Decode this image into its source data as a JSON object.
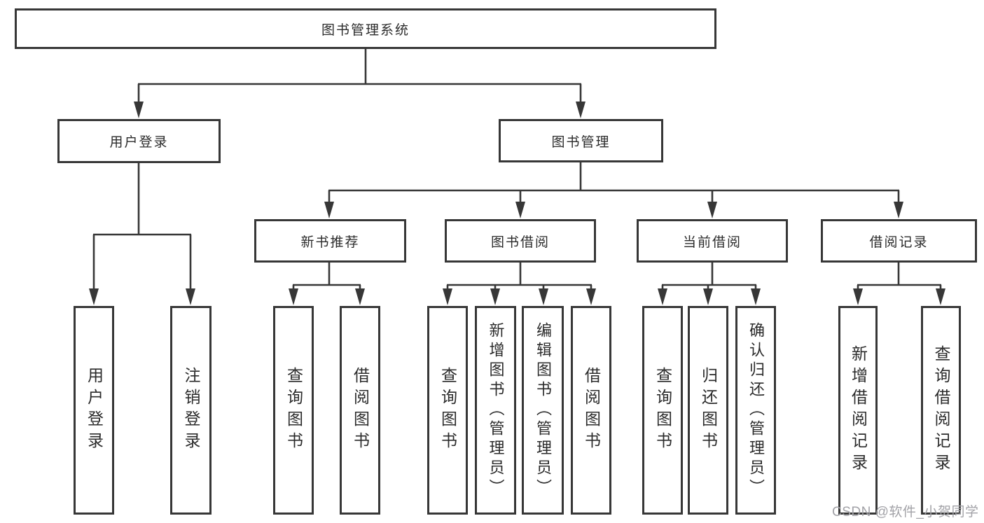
{
  "colors": {
    "line": "#373737",
    "box_border": "#373737",
    "box_fill": "#ffffff",
    "text": "#2b2b2b",
    "background": "#ffffff",
    "watermark_text": "#a2a2a7"
  },
  "diagram": {
    "type": "hierarchy-tree",
    "root": {
      "label": "图书管理系统"
    },
    "branches": [
      {
        "label": "用户登录",
        "children": [
          {
            "label": "用户登录"
          },
          {
            "label": "注销登录"
          }
        ]
      },
      {
        "label": "图书管理",
        "children": [
          {
            "label": "新书推荐",
            "children": [
              {
                "label": "查询图书"
              },
              {
                "label": "借阅图书"
              }
            ]
          },
          {
            "label": "图书借阅",
            "children": [
              {
                "label": "查询图书"
              },
              {
                "label": "新增图书（管理员）"
              },
              {
                "label": "编辑图书（管理员）"
              },
              {
                "label": "借阅图书"
              }
            ]
          },
          {
            "label": "当前借阅",
            "children": [
              {
                "label": "查询图书"
              },
              {
                "label": "归还图书"
              },
              {
                "label": "确认归还（管理员）"
              }
            ]
          },
          {
            "label": "借阅记录",
            "children": [
              {
                "label": "新增借阅记录"
              },
              {
                "label": "查询借阅记录"
              }
            ]
          }
        ]
      }
    ]
  },
  "watermark": {
    "text": "CSDN @软件_小贺同学"
  }
}
